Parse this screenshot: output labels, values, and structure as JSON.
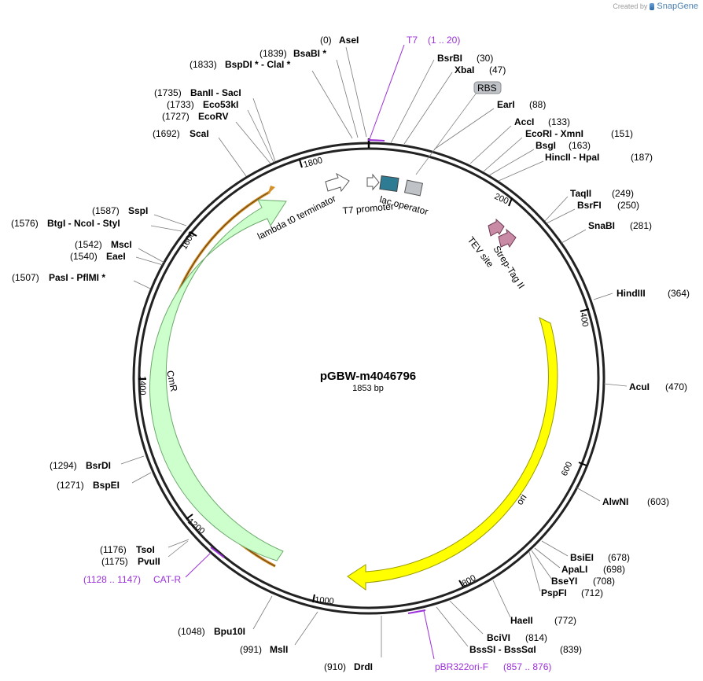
{
  "branding": {
    "created_by": "Created by",
    "product": "SnapGene"
  },
  "plasmid": {
    "name": "pGBW-m4046796",
    "length_label": "1853 bp",
    "length": 1853
  },
  "ticks": [
    "200",
    "400",
    "600",
    "800",
    "1000",
    "1200",
    "1400",
    "1600",
    "1800"
  ],
  "enzymes_right": [
    {
      "pos": "(30)",
      "name": "BsrBI"
    },
    {
      "pos": "(47)",
      "name": "XbaI"
    },
    {
      "pos": "(88)",
      "name": "EarI"
    },
    {
      "pos": "(133)",
      "name": "AccI"
    },
    {
      "pos": "(151)",
      "name": "EcoRI  -  XmnI"
    },
    {
      "pos": "(163)",
      "name": "BsgI"
    },
    {
      "pos": "(187)",
      "name": "HincII  -  HpaI"
    },
    {
      "pos": "(249)",
      "name": "TaqII"
    },
    {
      "pos": "(250)",
      "name": "BsrFI"
    },
    {
      "pos": "(281)",
      "name": "SnaBI"
    },
    {
      "pos": "(364)",
      "name": "HindIII"
    },
    {
      "pos": "(470)",
      "name": "AcuI"
    },
    {
      "pos": "(603)",
      "name": "AlwNI"
    },
    {
      "pos": "(678)",
      "name": "BsiEI"
    },
    {
      "pos": "(698)",
      "name": "ApaLI"
    },
    {
      "pos": "(708)",
      "name": "BseYI"
    },
    {
      "pos": "(712)",
      "name": "PspFI"
    },
    {
      "pos": "(772)",
      "name": "HaeII"
    },
    {
      "pos": "(814)",
      "name": "BciVI"
    },
    {
      "pos": "(839)",
      "name": "BssSI  -  BssSαI"
    }
  ],
  "enzymes_left": [
    {
      "pos": "(0)",
      "name": "AseI"
    },
    {
      "pos": "(1839)",
      "name": "BsaBI *"
    },
    {
      "pos": "(1833)",
      "name": "BspDI *  -  ClaI *"
    },
    {
      "pos": "(1735)",
      "name": "BanII  -  SacI"
    },
    {
      "pos": "(1733)",
      "name": "Eco53kI"
    },
    {
      "pos": "(1727)",
      "name": "EcoRV"
    },
    {
      "pos": "(1692)",
      "name": "ScaI"
    },
    {
      "pos": "(1587)",
      "name": "SspI"
    },
    {
      "pos": "(1576)",
      "name": "BtgI  -  NcoI  -  StyI"
    },
    {
      "pos": "(1542)",
      "name": "MscI"
    },
    {
      "pos": "(1540)",
      "name": "EaeI"
    },
    {
      "pos": "(1507)",
      "name": "PasI  -  PflMI *"
    },
    {
      "pos": "(1294)",
      "name": "BsrDI"
    },
    {
      "pos": "(1271)",
      "name": "BspEI"
    },
    {
      "pos": "(1176)",
      "name": "TsoI"
    },
    {
      "pos": "(1175)",
      "name": "PvuII"
    },
    {
      "pos": "(1048)",
      "name": "Bpu10I"
    },
    {
      "pos": "(991)",
      "name": "MslI"
    },
    {
      "pos": "(910)",
      "name": "DrdI"
    }
  ],
  "primers": [
    {
      "name": "T7",
      "range": "(1 .. 20)"
    },
    {
      "name": "CAT-R",
      "range": "(1128 .. 1147)"
    },
    {
      "name": "pBR322ori-F",
      "range": "(857 .. 876)"
    }
  ],
  "features": {
    "rbs": "RBS",
    "lac_operator": "lac operator",
    "t7_promoter": "T7 promoter",
    "lambda_t0": "lambda t0 terminator",
    "strep_tag": "Strep-Tag II",
    "tev_site": "TEV site",
    "ori": "ori",
    "cmr": "CmR"
  },
  "colors": {
    "backbone": "#222222",
    "ori": "#ffff00",
    "ori_border": "#9a9a00",
    "cmr": "#ccffcc",
    "cmr_border": "#6ca86c",
    "cmr_outline": "#d4902a",
    "primer": "#9b30d9",
    "tev_strep": "#c98aa6",
    "promoter": "#ffffff",
    "lac": "#2e7c93",
    "rbs": "#bfc3c7"
  }
}
